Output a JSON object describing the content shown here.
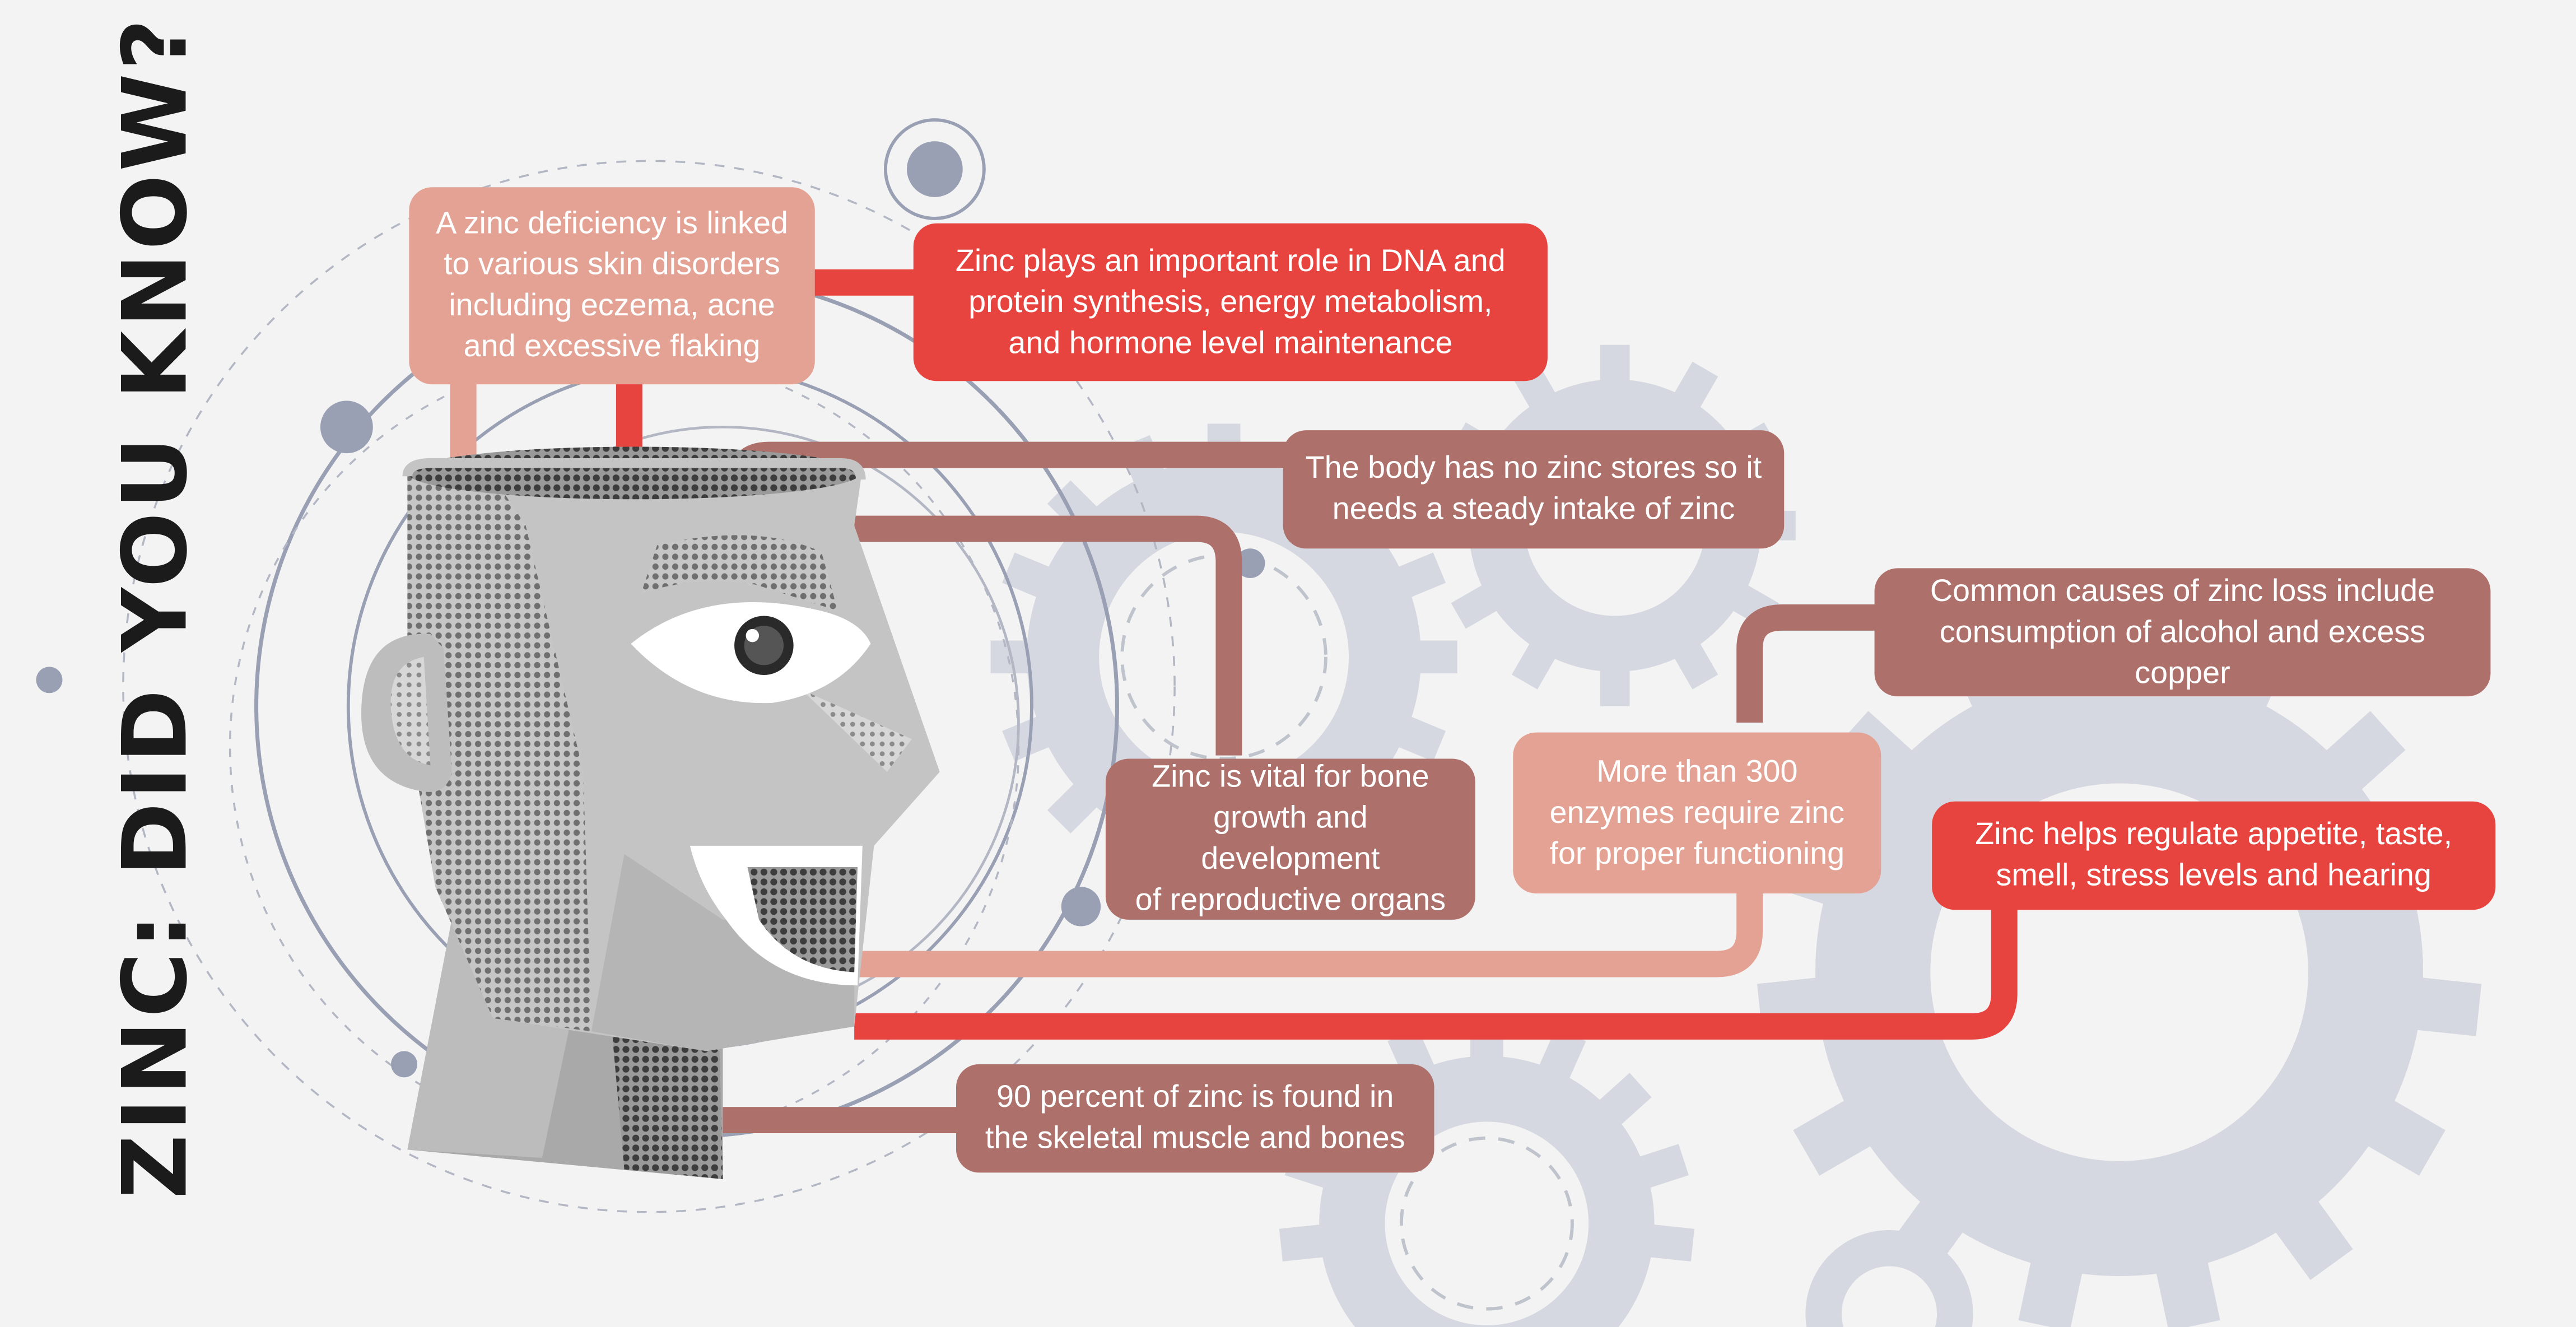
{
  "title": "ZINC: DID YOU KNOW?",
  "colors": {
    "pink": "#e4a294",
    "red": "#e8443f",
    "mauve": "#ad706b",
    "gear": "#cfd3dc",
    "orbit": "#9aa0b3",
    "head": "#c9c9c9",
    "text_dark": "#1b1b1b"
  },
  "facts": {
    "skin": [
      "A zinc deficiency is linked",
      "to various skin disorders",
      "including eczema, acne",
      "and excessive flaking"
    ],
    "dna": [
      "Zinc plays an important role in DNA and",
      "protein synthesis, energy metabolism,",
      "and hormone level maintenance"
    ],
    "stores": [
      "The body has no zinc stores so it",
      "needs a steady intake of zinc"
    ],
    "loss": [
      "Common causes of zinc loss include",
      "consumption of alcohol and excess copper"
    ],
    "enzymes": [
      "More than 300",
      "enzymes require zinc",
      "for proper functioning"
    ],
    "bone": [
      "Zinc is vital for bone",
      "growth and development",
      "of reproductive organs"
    ],
    "appetite": [
      "Zinc helps regulate appetite, taste,",
      "smell, stress levels and hearing"
    ],
    "muscle": [
      "90 percent of zinc is found in",
      "the skeletal muscle and bones"
    ]
  },
  "icons": [
    "head-illustration",
    "gear-icon",
    "orbit-dot-icon",
    "eye-icon"
  ]
}
